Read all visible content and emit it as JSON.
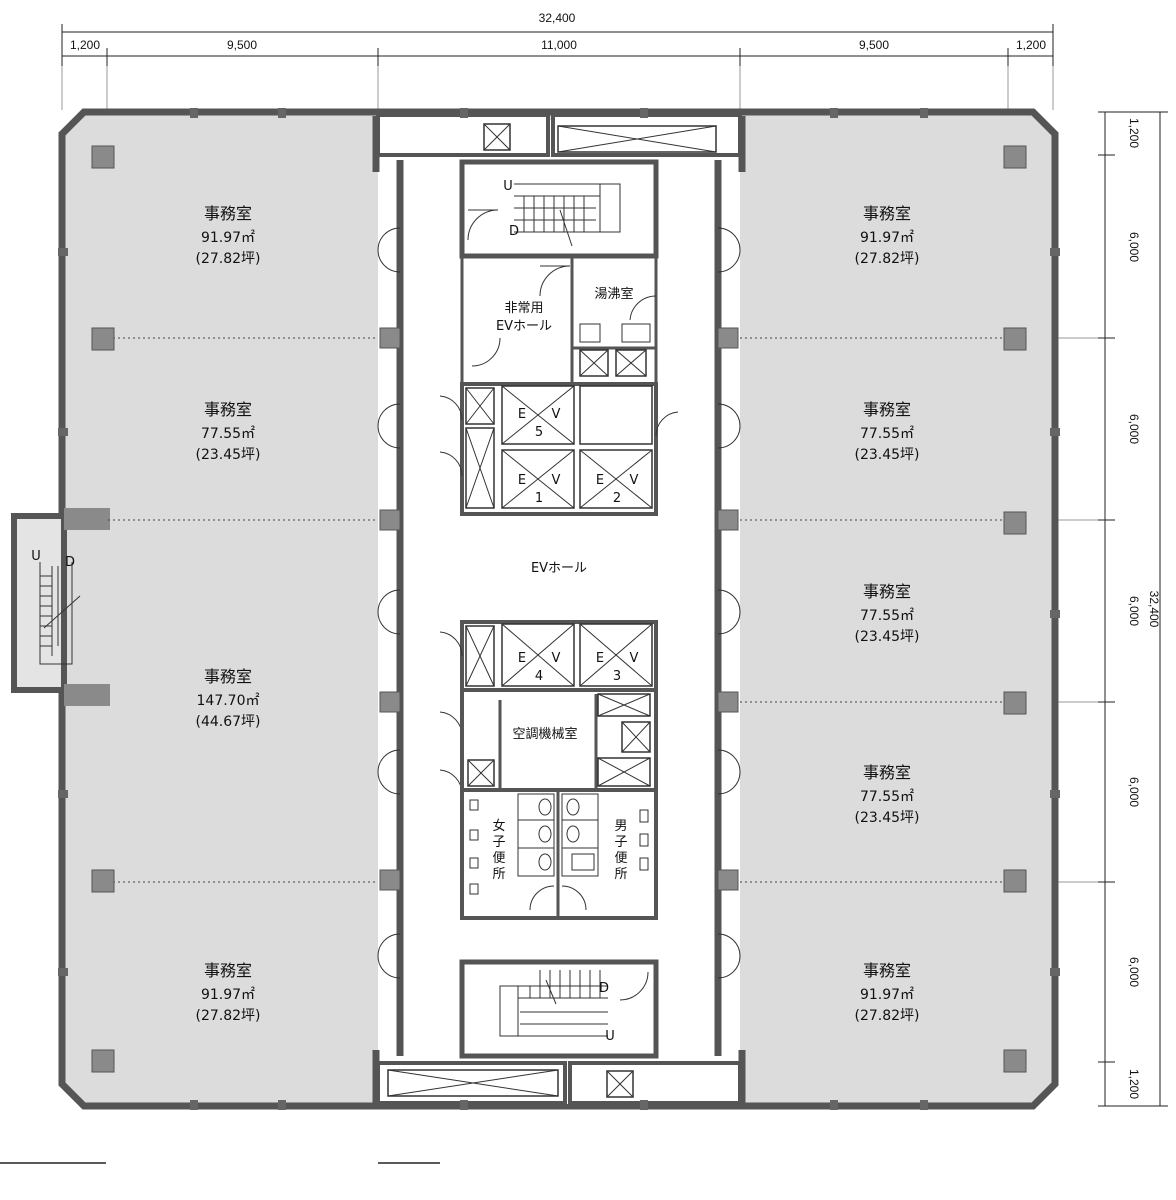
{
  "dimensions": {
    "top_total": "32,400",
    "top_segments": [
      "1,200",
      "9,500",
      "11,000",
      "9,500",
      "1,200"
    ],
    "right_total": "32,400",
    "right_segments": [
      "1,200",
      "6,000",
      "6,000",
      "6,000",
      "6,000",
      "6,000",
      "1,200"
    ]
  },
  "rooms": {
    "left": [
      {
        "name": "事務室",
        "area": "91.97㎡",
        "tsubo": "(27.82坪)"
      },
      {
        "name": "事務室",
        "area": "77.55㎡",
        "tsubo": "(23.45坪)"
      },
      {
        "name": "事務室",
        "area": "147.70㎡",
        "tsubo": "(44.67坪)"
      },
      {
        "name": "事務室",
        "area": "91.97㎡",
        "tsubo": "(27.82坪)"
      }
    ],
    "right": [
      {
        "name": "事務室",
        "area": "91.97㎡",
        "tsubo": "(27.82坪)"
      },
      {
        "name": "事務室",
        "area": "77.55㎡",
        "tsubo": "(23.45坪)"
      },
      {
        "name": "事務室",
        "area": "77.55㎡",
        "tsubo": "(23.45坪)"
      },
      {
        "name": "事務室",
        "area": "77.55㎡",
        "tsubo": "(23.45坪)"
      },
      {
        "name": "事務室",
        "area": "91.97㎡",
        "tsubo": "(27.82坪)"
      }
    ]
  },
  "core": {
    "emergency_ev_hall_line1": "非常用",
    "emergency_ev_hall_line2": "EVホール",
    "kitchenette": "湯沸室",
    "ev_hall": "EVホール",
    "ac_room": "空調機械室",
    "womens_restroom": [
      "女",
      "子",
      "便",
      "所"
    ],
    "mens_restroom": [
      "男",
      "子",
      "便",
      "所"
    ],
    "elevator_letters": [
      "E",
      "V"
    ],
    "elevators": [
      "5",
      "1",
      "2",
      "4",
      "3"
    ],
    "stair_up": "U",
    "stair_down": "D"
  },
  "colors": {
    "office_fill": "#dcdcdc",
    "wall": "#555555",
    "core_fill": "#ffffff",
    "column": "#8a8a8a"
  }
}
